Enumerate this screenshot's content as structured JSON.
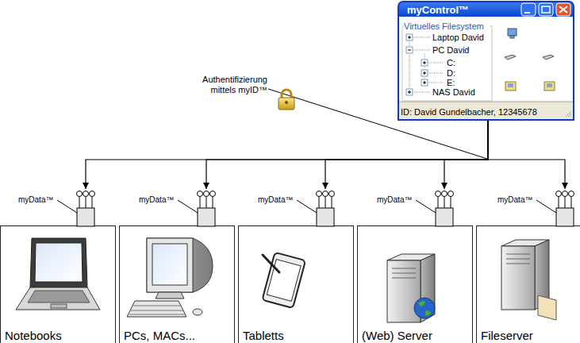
{
  "diagram": {
    "nodes": [
      {
        "text": [
          "myControl™",
          "Virtuelles Filesystem",
          "Laptop David",
          "PC David",
          "C:",
          "D:",
          "E:",
          "NAS David",
          "ID: David Gundelbacher, 12345678"
        ]
      },
      {
        "text": [
          "myData™"
        ]
      },
      {
        "text": [
          "myData™"
        ]
      },
      {
        "text": [
          "myData™"
        ]
      },
      {
        "text": [
          "myData™"
        ]
      },
      {
        "text": [
          "myData™"
        ]
      },
      {
        "text": [
          "Notebooks"
        ]
      },
      {
        "text": [
          "PCs, MACs..."
        ]
      },
      {
        "text": [
          "Tabletts"
        ]
      },
      {
        "text": [
          "(Web) Server"
        ]
      },
      {
        "text": [
          "Fileserver"
        ]
      }
    ],
    "edges": [
      {
        "from": 0,
        "to": 1,
        "arrow": "to"
      },
      {
        "from": 0,
        "to": 2,
        "arrow": "to"
      },
      {
        "from": 0,
        "to": 3,
        "arrow": "to"
      },
      {
        "from": 0,
        "to": 4,
        "arrow": "to"
      },
      {
        "from": 0,
        "to": 5,
        "arrow": "to"
      }
    ],
    "labels": [
      "Authentifizierung mittels myID™"
    ]
  }
}
